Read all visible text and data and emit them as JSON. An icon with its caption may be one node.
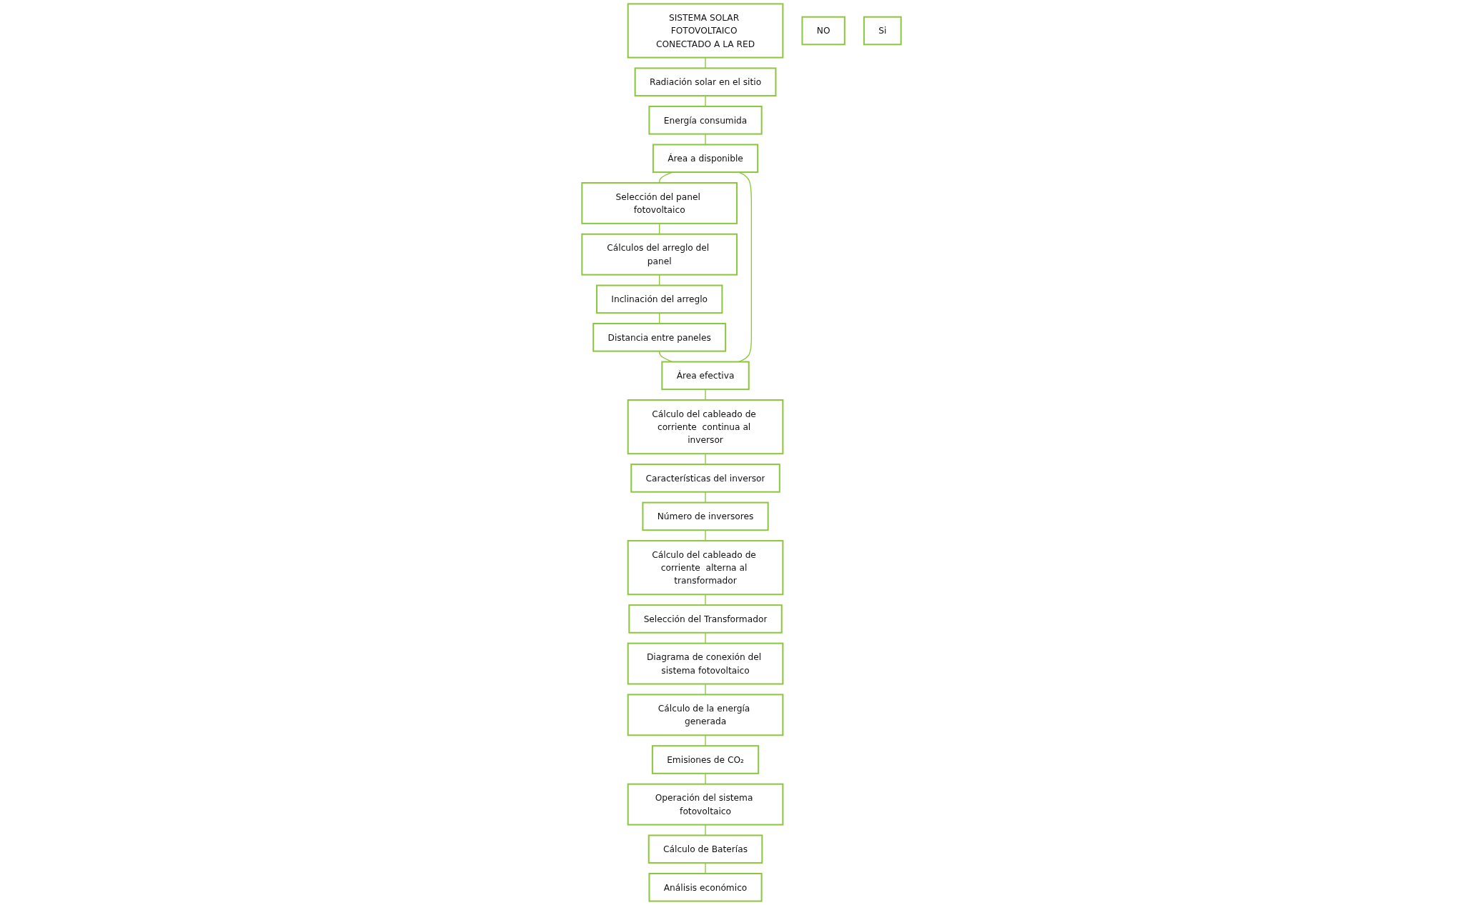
{
  "diagram": {
    "nodes": [
      {
        "text": [
          "SISTEMA SOLAR FOTOVOLTAICO CONECTADO A LA RED"
        ]
      },
      {
        "text": [
          "Radiación solar en el sitio"
        ]
      },
      {
        "text": [
          "Energía consumida"
        ]
      },
      {
        "text": [
          "Área a disponible"
        ]
      },
      {
        "text": [
          "NO"
        ]
      },
      {
        "text": [
          "Selección del panel fotovoltaico"
        ]
      },
      {
        "text": [
          "Cálculos del arreglo del panel"
        ]
      },
      {
        "text": [
          "Inclinación del arreglo"
        ]
      },
      {
        "text": [
          "Distancia entre paneles"
        ]
      },
      {
        "text": [
          "Área efectiva"
        ]
      },
      {
        "text": [
          "Si"
        ]
      },
      {
        "text": [
          "Selección del Transformador"
        ]
      },
      {
        "text": [
          "Cálculo del cableado de corriente  alterna al transformador"
        ]
      },
      {
        "text": [
          "Número de inversores"
        ]
      },
      {
        "text": [
          "Características del inversor"
        ]
      },
      {
        "text": [
          "Cálculo del cableado de corriente  continua al inversor"
        ]
      },
      {
        "text": [
          "Diagrama de conexión del sistema fotovoltaico"
        ]
      },
      {
        "text": [
          "Cálculo de la energía generada"
        ]
      },
      {
        "text": [
          "Emisiones de CO₂"
        ]
      },
      {
        "text": [
          "Operación del sistema fotovoltaico"
        ]
      },
      {
        "text": [
          "Cálculo de Baterías"
        ]
      },
      {
        "text": [
          "Análisis económico"
        ]
      }
    ],
    "edges": [
      {
        "from": 0,
        "to": 1,
        "arrow": "none"
      },
      {
        "from": 1,
        "to": 2,
        "arrow": "none"
      },
      {
        "from": 2,
        "to": 3,
        "arrow": "none"
      },
      {
        "from": 3,
        "to": 5,
        "arrow": "none"
      },
      {
        "from": 5,
        "to": 6,
        "arrow": "none"
      },
      {
        "from": 6,
        "to": 7,
        "arrow": "none"
      },
      {
        "from": 7,
        "to": 8,
        "arrow": "none"
      },
      {
        "from": 8,
        "to": 9,
        "arrow": "none"
      },
      {
        "from": 3,
        "to": 9,
        "arrow": "none"
      },
      {
        "from": 9,
        "to": 15,
        "arrow": "none"
      },
      {
        "from": 15,
        "to": 14,
        "arrow": "none"
      },
      {
        "from": 14,
        "to": 13,
        "arrow": "none"
      },
      {
        "from": 13,
        "to": 12,
        "arrow": "none"
      },
      {
        "from": 12,
        "to": 11,
        "arrow": "none"
      },
      {
        "from": 11,
        "to": 16,
        "arrow": "none"
      },
      {
        "from": 16,
        "to": 17,
        "arrow": "none"
      },
      {
        "from": 17,
        "to": 18,
        "arrow": "none"
      },
      {
        "from": 18,
        "to": 19,
        "arrow": "none"
      },
      {
        "from": 19,
        "to": 20,
        "arrow": "none"
      },
      {
        "from": 20,
        "to": 21,
        "arrow": "none"
      }
    ]
  }
}
